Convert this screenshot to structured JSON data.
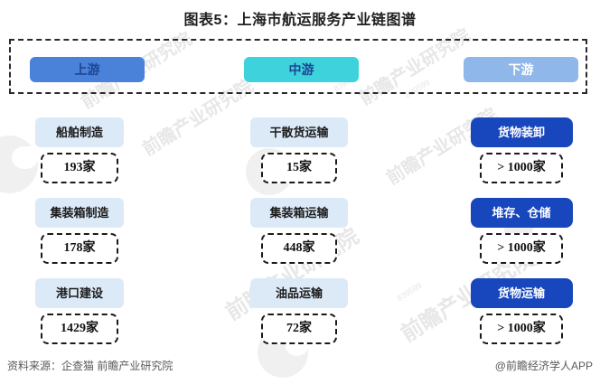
{
  "title": "图表5：上海市航运服务产业链图谱",
  "stages": [
    {
      "id": "upstream",
      "label": "上游"
    },
    {
      "id": "midstream",
      "label": "中游"
    },
    {
      "id": "downstream",
      "label": "下游"
    }
  ],
  "columns": [
    {
      "stage": "上游",
      "items": [
        {
          "category": "船舶制造",
          "count": "193家"
        },
        {
          "category": "集装箱制造",
          "count": "178家"
        },
        {
          "category": "港口建设",
          "count": "1429家"
        }
      ]
    },
    {
      "stage": "中游",
      "items": [
        {
          "category": "干散货运输",
          "count": "15家"
        },
        {
          "category": "集装箱运输",
          "count": "448家"
        },
        {
          "category": "油品运输",
          "count": "72家"
        }
      ]
    },
    {
      "stage": "下游",
      "items": [
        {
          "category": "货物装卸",
          "count": "> 1000家"
        },
        {
          "category": "堆存、仓储",
          "count": "> 1000家"
        },
        {
          "category": "货物运输",
          "count": "> 1000家"
        }
      ]
    }
  ],
  "footer": {
    "source": "资料来源：企查猫 前瞻产业研究院",
    "credit": "@前瞻经济学人APP"
  },
  "watermark": {
    "text": "前瞻产业研究院",
    "digits": "839599"
  },
  "colors": {
    "upstream_button": "#4a81d9",
    "midstream_button": "#3ed2dc",
    "downstream_button": "#90b7e9",
    "stage_text_dark": "#1d4693",
    "light_category_box": "#dceaf8",
    "dark_category_box": "#1746bd",
    "dashed_border": "#1a1a1a",
    "title_text": "#1f1f1f",
    "footer_text": "#595959",
    "watermark": "#d4d4d4"
  }
}
